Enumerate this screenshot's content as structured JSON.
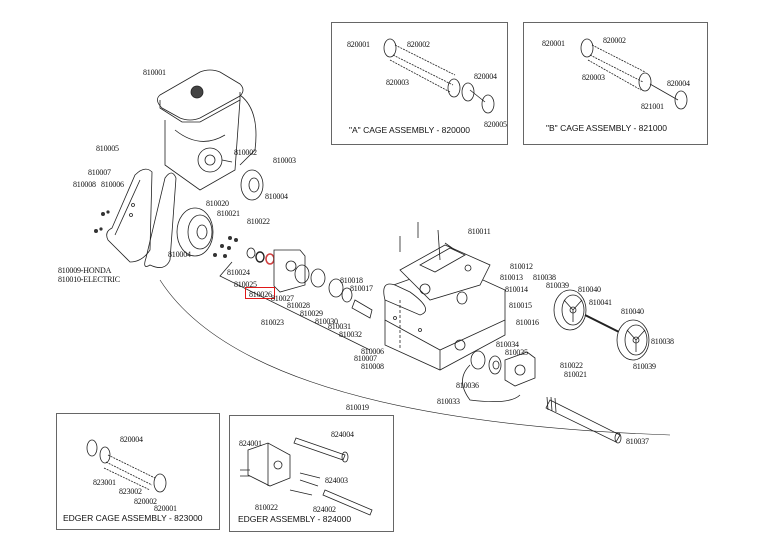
{
  "inset_boxes": {
    "cage_a": {
      "caption": "\"A\" CAGE ASSEMBLY - 820000",
      "labels": [
        "820001",
        "820002",
        "820003",
        "820004",
        "820005"
      ]
    },
    "cage_b": {
      "caption": "\"B\" CAGE ASSEMBLY - 821000",
      "labels": [
        "820001",
        "820002",
        "820003",
        "820004",
        "821001"
      ]
    },
    "edger_cage": {
      "caption": "EDGER CAGE ASSEMBLY - 823000",
      "labels": [
        "820004",
        "823001",
        "823002",
        "820002",
        "820001"
      ]
    },
    "edger": {
      "caption": "EDGER ASSEMBLY - 824000",
      "labels": [
        "824001",
        "824004",
        "824003",
        "810022",
        "824002"
      ]
    }
  },
  "main_labels": {
    "p810001": "810001",
    "p810002": "810002",
    "p810003": "810003",
    "p810004a": "810004",
    "p810004b": "810004",
    "p810005": "810005",
    "p810006": "810006",
    "p810007": "810007",
    "p810008": "810008",
    "p810009": "810009-HONDA",
    "p810010": "810010-ELECTRIC",
    "p810011": "810011",
    "p810012": "810012",
    "p810013": "810013",
    "p810014": "810014",
    "p810015": "810015",
    "p810016": "810016",
    "p810017": "810017",
    "p810018": "810018",
    "p810019": "810019",
    "p810020": "810020",
    "p810021a": "810021",
    "p810021b": "810021",
    "p810022a": "810022",
    "p810022b": "810022",
    "p810023": "810023",
    "p810024": "810024",
    "p810025": "810025",
    "p810026": "810026",
    "p810027": "810027",
    "p810028": "810028",
    "p810029": "810029",
    "p810030": "810030",
    "p810031": "810031",
    "p810032": "810032",
    "p810033": "810033",
    "p810034": "810034",
    "p810035": "810035",
    "p810036": "810036",
    "p810037": "810037",
    "p810038a": "810038",
    "p810038b": "810038",
    "p810039a": "810039",
    "p810039b": "810039",
    "p810040a": "810040",
    "p810040b": "810040",
    "p810041": "810041",
    "p810006b": "810006",
    "p810007b": "810007",
    "p810008b": "810008"
  },
  "highlight": {
    "part": "810026",
    "color": "#e01818"
  }
}
